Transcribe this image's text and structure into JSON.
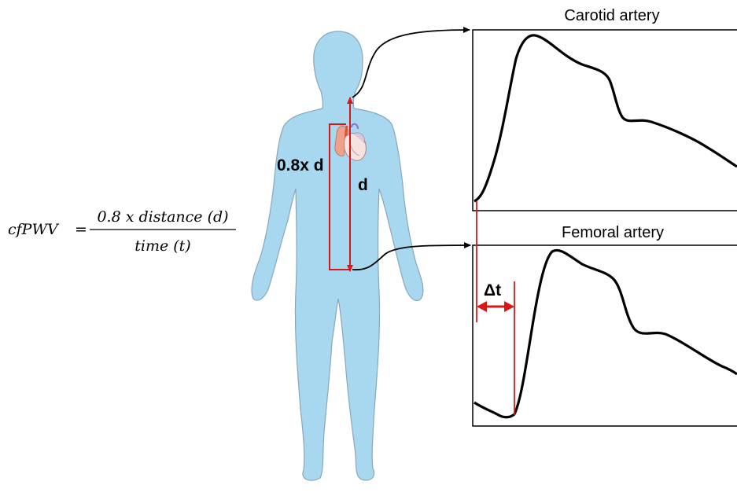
{
  "formula": {
    "lhs": "cfPWV",
    "equals": "=",
    "numerator": "0.8 x distance (d)",
    "denominator": "time (t)"
  },
  "body_labels": {
    "partial_distance": "0.8x d",
    "distance": "d"
  },
  "waveforms": {
    "carotid_title": "Carotid artery",
    "femoral_title": "Femoral artery",
    "delta_label": "Δt"
  },
  "colors": {
    "body_fill": "#a8d8f0",
    "body_outline": "#8aa6b8",
    "accent_red": "#d81818",
    "waveform": "#000000"
  },
  "icons": {
    "heart": "heart-anatomical-icon"
  }
}
